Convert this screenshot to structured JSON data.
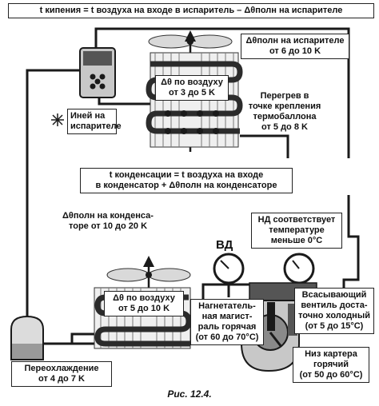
{
  "labels": {
    "boiling_eq": [
      "t кипения = t воздуха на входе в испаритель – Δθполн на испарителе"
    ],
    "evap_full": [
      "Δθполн на испарителе",
      "от 6 до 10 K"
    ],
    "evap_air": [
      "Δθ по воздуху",
      "от 3 до 5 K"
    ],
    "superheat": [
      "Перегрев в",
      "точке крепления",
      "термобаллона",
      "от 5 до 8 K"
    ],
    "frost": [
      "Иней на",
      "испарителе"
    ],
    "cond_eq": [
      "t конденсации = t воздуха на входе",
      "в конденсатор + Δθполн на конденсаторе"
    ],
    "cond_full": [
      "Δθполн на конденса-",
      "торе от 10 до 20 K"
    ],
    "nd": [
      "НД соответствует",
      "температуре",
      "меньше 0°С"
    ],
    "cond_air": [
      "Δθ по воздуху",
      "от 5 до 10 K"
    ],
    "discharge": [
      "Нагнетатель-",
      "ная магист-",
      "раль горячая",
      "(от 60 до 70°С)"
    ],
    "suction": [
      "Всасывающий",
      "вентиль доста-",
      "точно холодный",
      "(от 5 до 15°С)"
    ],
    "subcool": [
      "Переохлаждение",
      "от 4 до 7 K"
    ],
    "crankcase": [
      "Низ картера",
      "горячий",
      "(от 50 до 60°С)"
    ]
  },
  "vd_label": "ВД",
  "caption": "Рис. 12.4.",
  "colors": {
    "pipe": "#1a1a1a",
    "coil": "#2b2b2b",
    "panel": "#c8c8c8",
    "dark": "#555555"
  }
}
